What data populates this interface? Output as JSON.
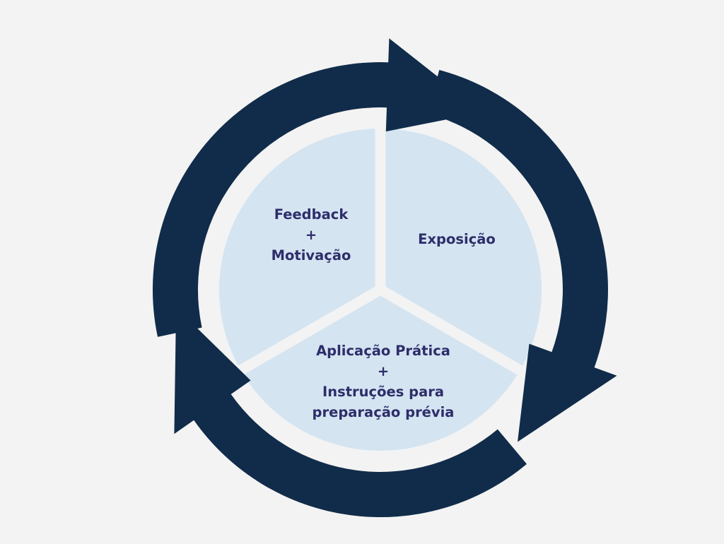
{
  "colors": {
    "background": "#f3f3f3",
    "arrow": "#112c4a",
    "segment_fill": "#d4e4f1",
    "label_text": "#2e2d6a",
    "separator": "#f3f3f3"
  },
  "segments": [
    {
      "lines": [
        "Feedback",
        "+",
        "Motivação"
      ]
    },
    {
      "lines": [
        "Exposição"
      ]
    },
    {
      "lines": [
        "Aplicação Prática",
        "+",
        "Instruções para",
        "preparação prévia"
      ]
    }
  ]
}
